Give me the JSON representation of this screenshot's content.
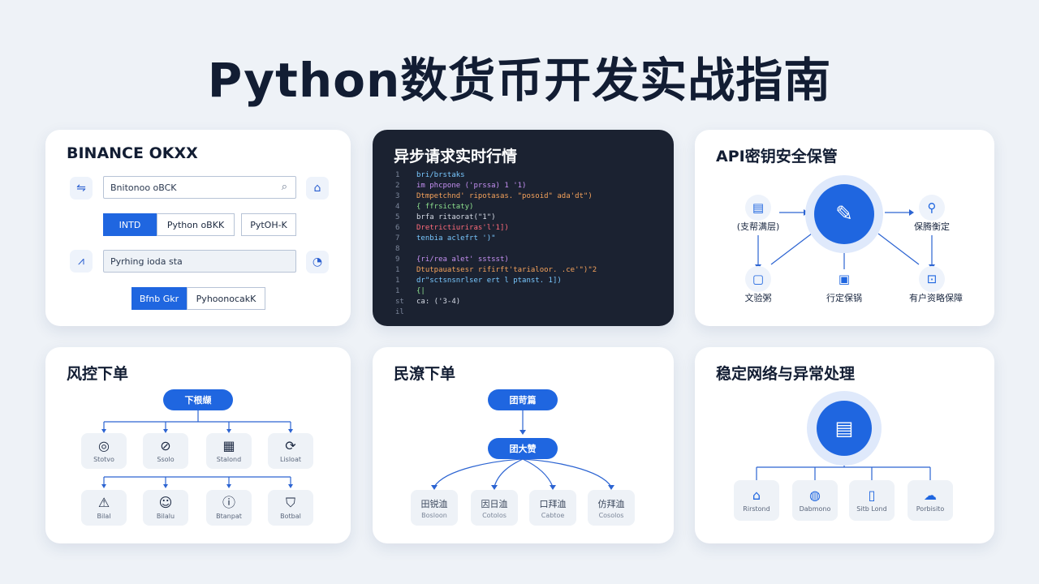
{
  "title": "Python数货币开发实战指南",
  "card1": {
    "brand": "BINANCE   OKXX",
    "search_value": "Bnitonoo oBCK",
    "tab_active": "INTD",
    "tab_2": "Python oBKK",
    "tab_3": "PytOH-K",
    "field2_value": "Pyrhing ioda sta",
    "btn_active": "Bfnb Gkr",
    "btn_2": "PyhoonocakK"
  },
  "card2": {
    "title": "异步请求实时行情",
    "lines": [
      {
        "n": "1",
        "t": "bri/brstaks"
      },
      {
        "n": "2",
        "t": "im phcpone ('prssa) 1 '1)"
      },
      {
        "n": "3",
        "t": "Dtmpetchnd'  ripotasas. \"posoid\" ada'dt\")"
      },
      {
        "n": "4",
        "t": "{ ffrsictaty)"
      },
      {
        "n": "5",
        "t": "brfa ritaorat(\"1\")"
      },
      {
        "n": "6",
        "t": "Dretrictiuriras'l'1])"
      },
      {
        "n": "7",
        "t": "tenbia aclefrt ')\""
      },
      {
        "n": "8",
        "t": ""
      },
      {
        "n": "9",
        "t": "{ri/rea alet' sstsst)"
      },
      {
        "n": "1",
        "t": "Dtutpauatsesr rifirft'tarialoor. .ce'\")\"2"
      },
      {
        "n": "1",
        "t": "dr\"sctsnsnrlser ert l ptanst. 1])"
      },
      {
        "n": "1",
        "t": "{|"
      },
      {
        "n": "st",
        "t": "ca: ('3-4)"
      },
      {
        "n": "il",
        "t": ""
      }
    ]
  },
  "card3": {
    "title": "API密钥安全保管",
    "left_label": "(支帮满层)",
    "right_label": "保腾衡定",
    "bottom": [
      "文验粥",
      "行定保锅",
      "有户资略保障"
    ]
  },
  "card4": {
    "title": "风控下单",
    "top_pill": "下根缬",
    "row1": [
      "Stotvo",
      "Ssolo",
      "Stalond",
      "Lisloat"
    ],
    "row2": [
      "Bilal",
      "Bilalu",
      "Btanpat",
      "Botbal"
    ]
  },
  "card5": {
    "title": "民潦下单",
    "pill1": "团苛篇",
    "pill2": "团大赞",
    "nodes": [
      {
        "cn": "田锐洫",
        "en": "Bosloon"
      },
      {
        "cn": "因日洫",
        "en": "Cotolos"
      },
      {
        "cn": "口拜洫",
        "en": "Cabtoe"
      },
      {
        "cn": "仿拜洫",
        "en": "Cosolos"
      }
    ]
  },
  "card6": {
    "title": "稳定网络与异常处理",
    "nodes": [
      "Rirstond",
      "Dabmono",
      "Sitb Lond",
      "Porbisito"
    ]
  }
}
